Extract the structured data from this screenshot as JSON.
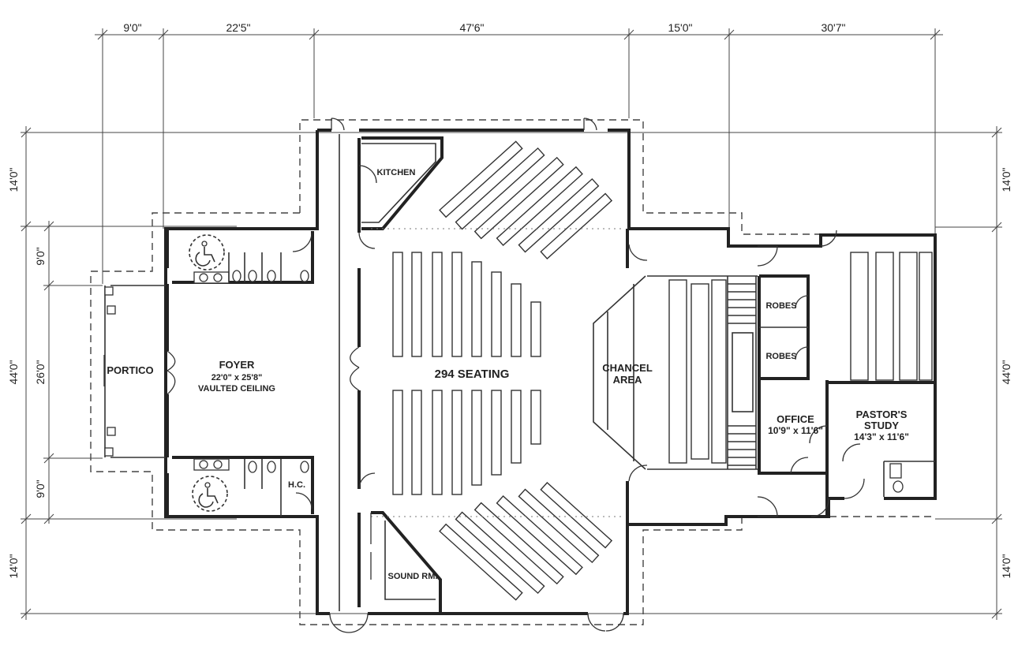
{
  "dimensions": {
    "top": [
      "9'0\"",
      "22'5\"",
      "47'6\"",
      "15'0\"",
      "30'7\""
    ],
    "left_outer": [
      "14'0\"",
      "44'0\"",
      "14'0\""
    ],
    "left_inner": [
      "9'0\"",
      "26'0\"",
      "9'0\""
    ],
    "right": [
      "14'0\"",
      "44'0\"",
      "14'0\""
    ]
  },
  "rooms": {
    "kitchen": "KITCHEN",
    "portico": "PORTICO",
    "foyer": "FOYER",
    "foyer_size": "22'0\" x 25'8\"",
    "foyer_note": "VAULTED CEILING",
    "seating": "294 SEATING",
    "chancel_1": "CHANCEL",
    "chancel_2": "AREA",
    "robes_1": "ROBES",
    "robes_2": "ROBES",
    "office": "OFFICE",
    "office_size": "10'9\" x 11'6\"",
    "pastor_1": "PASTOR'S",
    "pastor_2": "STUDY",
    "pastor_size": "14'3\" x 11'6\"",
    "hc": "H.C.",
    "sound": "SOUND RM."
  },
  "icons": [
    "wheelchair-icon",
    "wheelchair-icon",
    "door-swing-icon",
    "toilet-icon",
    "sink-icon"
  ]
}
